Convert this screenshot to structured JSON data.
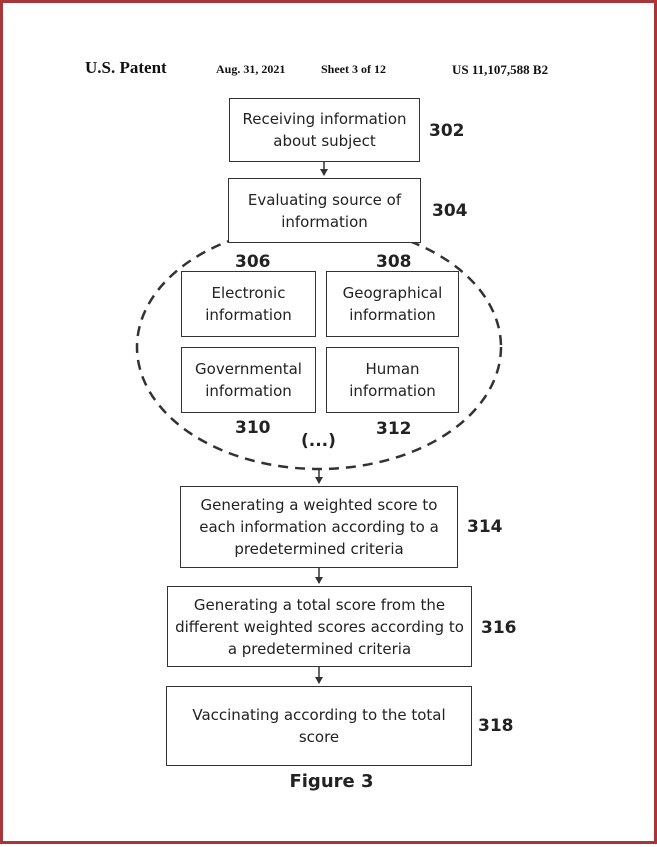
{
  "header": {
    "left": "U.S. Patent",
    "date": "Aug. 31, 2021",
    "sheet": "Sheet 3 of 12",
    "patent_number": "US 11,107,588 B2"
  },
  "steps": {
    "s302": {
      "text": "Receiving information about subject",
      "ref": "302"
    },
    "s304": {
      "text": "Evaluating source of information",
      "ref": "304"
    },
    "s306": {
      "text": "Electronic information",
      "ref": "306"
    },
    "s308": {
      "text": "Geographical information",
      "ref": "308"
    },
    "s310": {
      "text": "Governmental information",
      "ref": "310"
    },
    "s312": {
      "text": "Human information",
      "ref": "312"
    },
    "s314": {
      "text": "Generating a weighted score to each information according to a predetermined criteria",
      "ref": "314"
    },
    "s316": {
      "text": "Generating a total score from the different weighted scores according to a predetermined criteria",
      "ref": "316"
    },
    "s318": {
      "text": "Vaccinating according to the total score",
      "ref": "318"
    }
  },
  "more_sources": "(...)",
  "caption": "Figure 3"
}
